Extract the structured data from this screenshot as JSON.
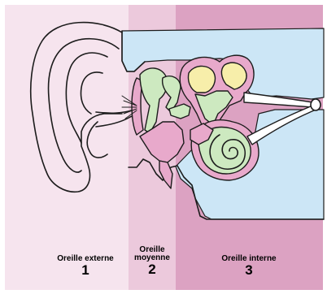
{
  "colors": {
    "outer_bg": "#f6e4ee",
    "middle_bg": "#ecc9dc",
    "inner_bg": "#dca2c2",
    "fluid": "#cce6f6",
    "green": "#cde9c0",
    "pink": "#e8a9cb",
    "yellow": "#f7eeaa",
    "line": "#1c1c1c"
  },
  "sections": [
    {
      "name": "Oreille externe",
      "number": "1"
    },
    {
      "name": "Oreille\nmoyenne",
      "number": "2"
    },
    {
      "name": "Oreille interne",
      "number": "3"
    }
  ]
}
